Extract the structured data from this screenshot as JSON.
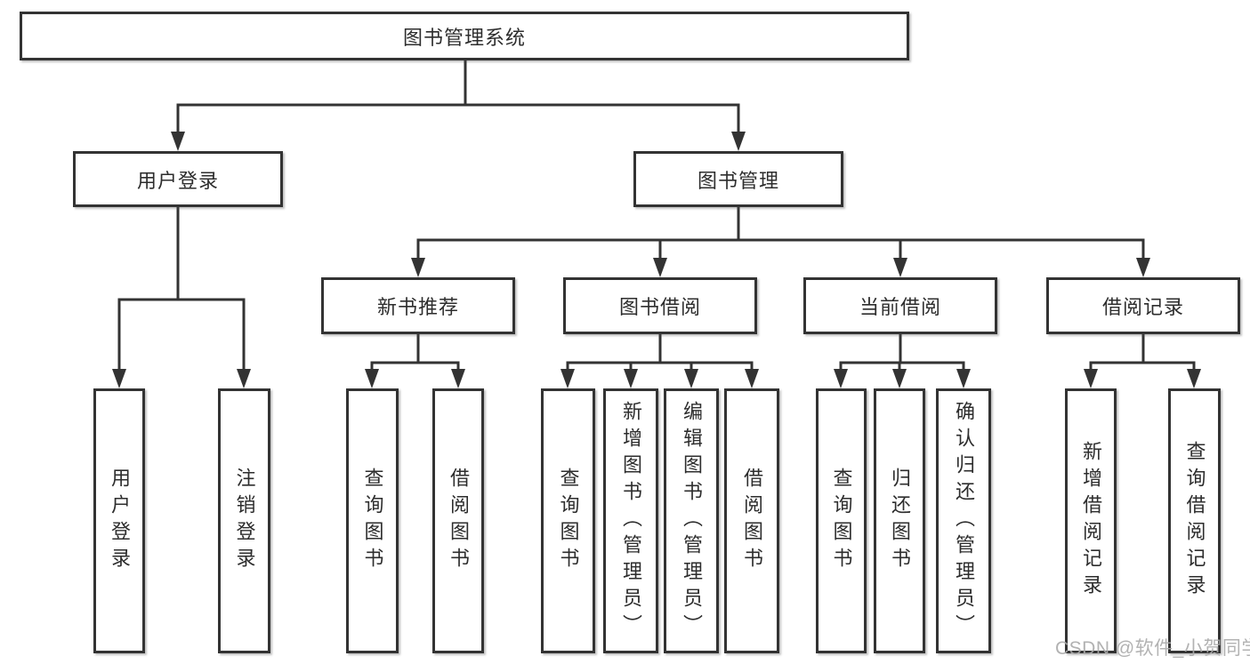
{
  "diagram_type": "hierarchy",
  "tree": {
    "label": "图书管理系统",
    "children": [
      {
        "label": "用户登录",
        "children": [
          {
            "label": "用户登录"
          },
          {
            "label": "注销登录"
          }
        ]
      },
      {
        "label": "图书管理",
        "children": [
          {
            "label": "新书推荐",
            "children": [
              {
                "label": "查询图书"
              },
              {
                "label": "借阅图书"
              }
            ]
          },
          {
            "label": "图书借阅",
            "children": [
              {
                "label": "查询图书"
              },
              {
                "label": "新增图书（管理员）"
              },
              {
                "label": "编辑图书（管理员）"
              },
              {
                "label": "借阅图书"
              }
            ]
          },
          {
            "label": "当前借阅",
            "children": [
              {
                "label": "查询图书"
              },
              {
                "label": "归还图书"
              },
              {
                "label": "确认归还（管理员）"
              }
            ]
          },
          {
            "label": "借阅记录",
            "children": [
              {
                "label": "新增借阅记录"
              },
              {
                "label": "查询借阅记录"
              }
            ]
          }
        ]
      }
    ]
  },
  "watermark": {
    "text": "CSDN @软件_小贺同学"
  },
  "colors": {
    "line": "#333333",
    "box_border": "#333333",
    "text": "#2d2d2d",
    "background": "#ffffff",
    "watermark": "#aaaaaa"
  }
}
